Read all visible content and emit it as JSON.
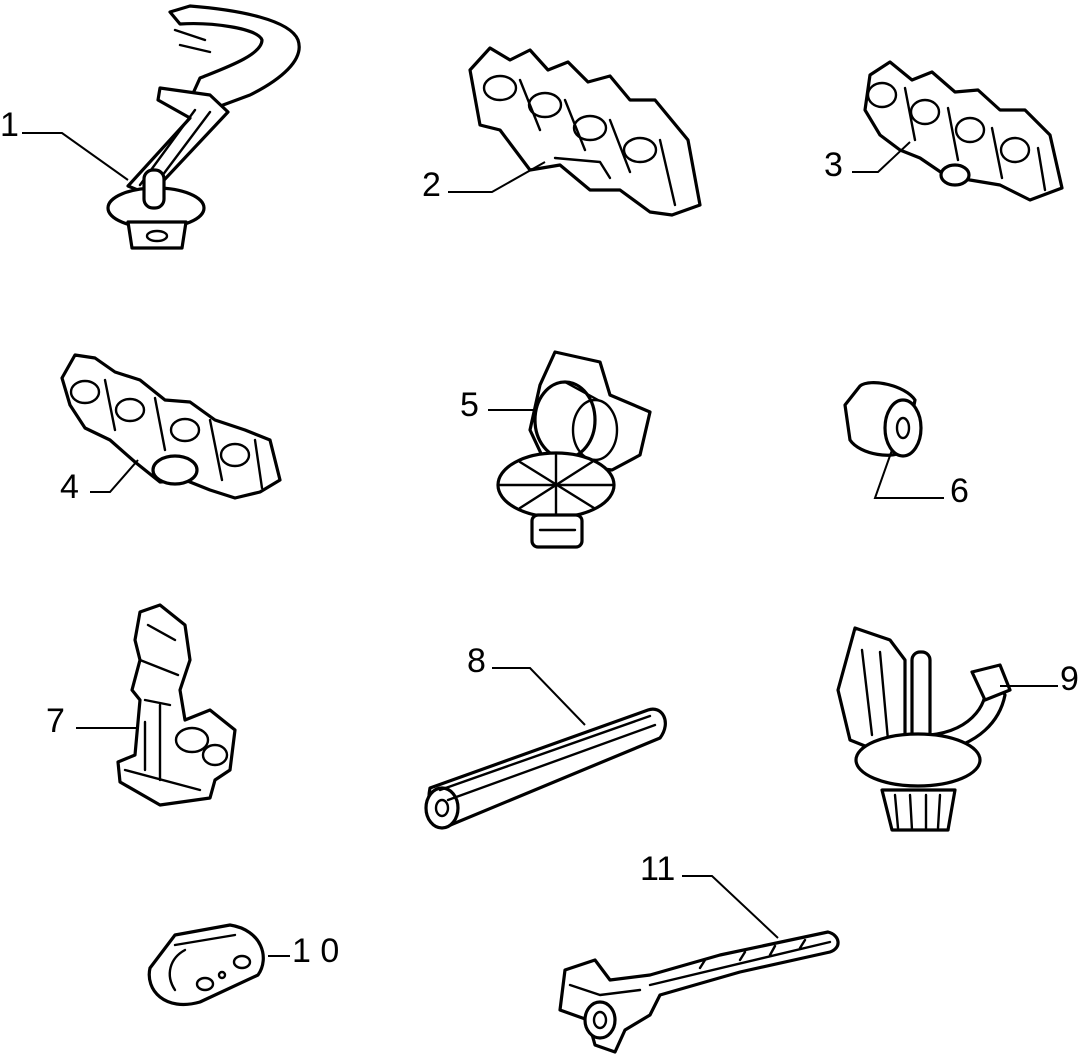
{
  "callouts": [
    {
      "id": "1",
      "text": "1"
    },
    {
      "id": "2",
      "text": "2"
    },
    {
      "id": "3",
      "text": "3"
    },
    {
      "id": "4",
      "text": "4"
    },
    {
      "id": "5",
      "text": "5"
    },
    {
      "id": "6",
      "text": "6"
    },
    {
      "id": "7",
      "text": "7"
    },
    {
      "id": "8",
      "text": "8"
    },
    {
      "id": "9",
      "text": "9"
    },
    {
      "id": "10",
      "text": "1 0"
    },
    {
      "id": "11",
      "text": "11"
    }
  ],
  "colors": {
    "line": "#000000",
    "background": "#ffffff"
  }
}
